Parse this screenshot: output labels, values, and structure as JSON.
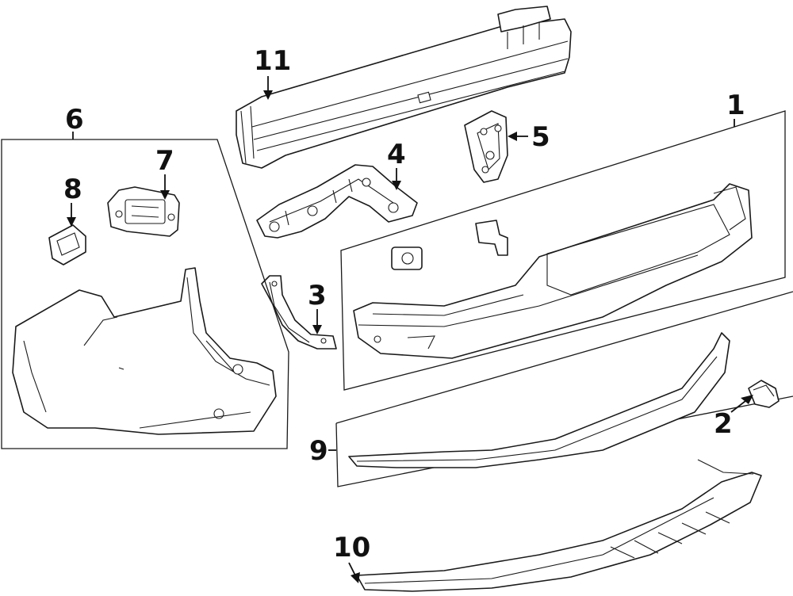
{
  "callouts": {
    "c1": "1",
    "c2": "2",
    "c3": "3",
    "c4": "4",
    "c5": "5",
    "c6": "6",
    "c7": "7",
    "c8": "8",
    "c9": "9",
    "c10": "10",
    "c11": "11"
  },
  "colors": {
    "line": "#1a1a1a",
    "background": "#ffffff"
  }
}
